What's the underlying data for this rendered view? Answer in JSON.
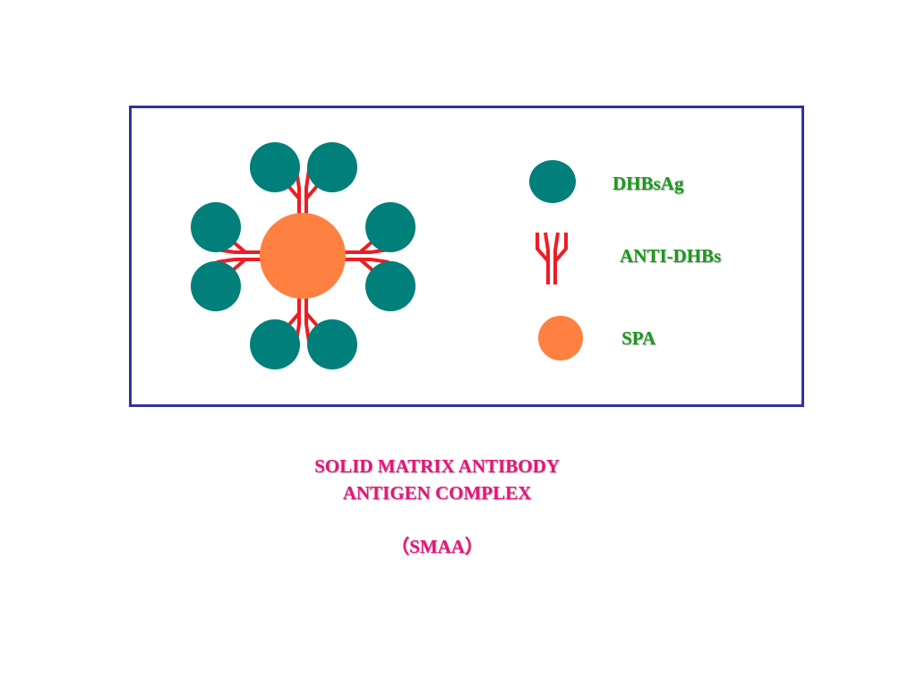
{
  "colors": {
    "antigen": "#007f7b",
    "antibody": "#ee1c24",
    "spa": "#ff8040",
    "frame": "#333399",
    "legend_text": "#1a9a1a",
    "caption_text": "#e8137a"
  },
  "legend": {
    "items": [
      {
        "shape": "circle",
        "color_key": "antigen",
        "label": "DHBsAg"
      },
      {
        "shape": "antibody",
        "color_key": "antibody",
        "label": "ANTI-DHBs"
      },
      {
        "shape": "circle",
        "color_key": "spa",
        "label": "SPA"
      }
    ]
  },
  "caption": {
    "line1": "SOLID MATRIX ANTIBODY",
    "line2": "ANTIGEN COMPLEX",
    "line3": "（SMAA）"
  }
}
